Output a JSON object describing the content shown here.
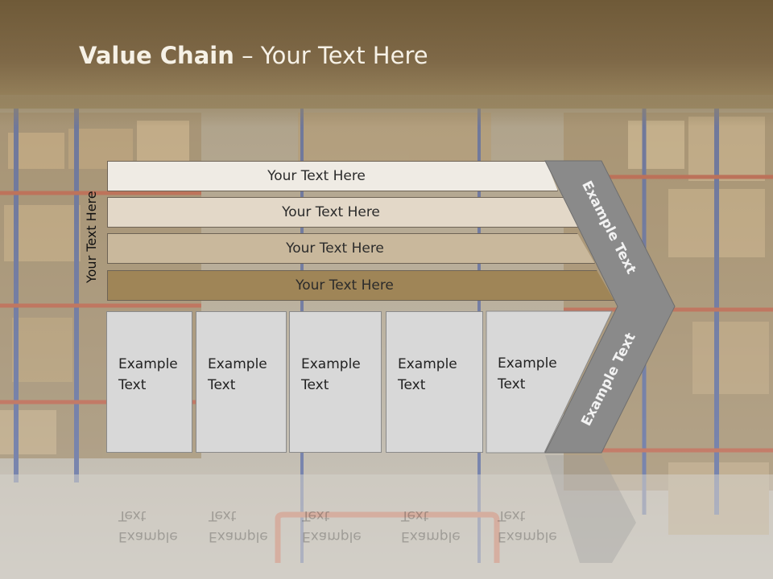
{
  "slide": {
    "title_bold": "Value Chain",
    "title_rest": " – Your Text Here",
    "vertical_label": "Your Text Here",
    "rows": [
      {
        "label": "Your Text Here"
      },
      {
        "label": "Your Text Here"
      },
      {
        "label": "Your Text Here"
      },
      {
        "label": "Your Text Here"
      }
    ],
    "boxes": [
      {
        "line1": "Example",
        "line2": "Text"
      },
      {
        "line1": "Example",
        "line2": "Text"
      },
      {
        "line1": "Example",
        "line2": "Text"
      },
      {
        "line1": "Example",
        "line2": "Text"
      },
      {
        "line1": "Example",
        "line2": "Text"
      }
    ],
    "arrow_top_label": "Example Text",
    "arrow_bottom_label": "Example Text",
    "colors": {
      "header": "#7e6847",
      "row1": "#efebe4",
      "row2": "#e3d8c8",
      "row3": "#c9b89c",
      "row4": "#9f8557",
      "box": "#d8d8d8",
      "arrow": "#8a8a8a"
    }
  }
}
